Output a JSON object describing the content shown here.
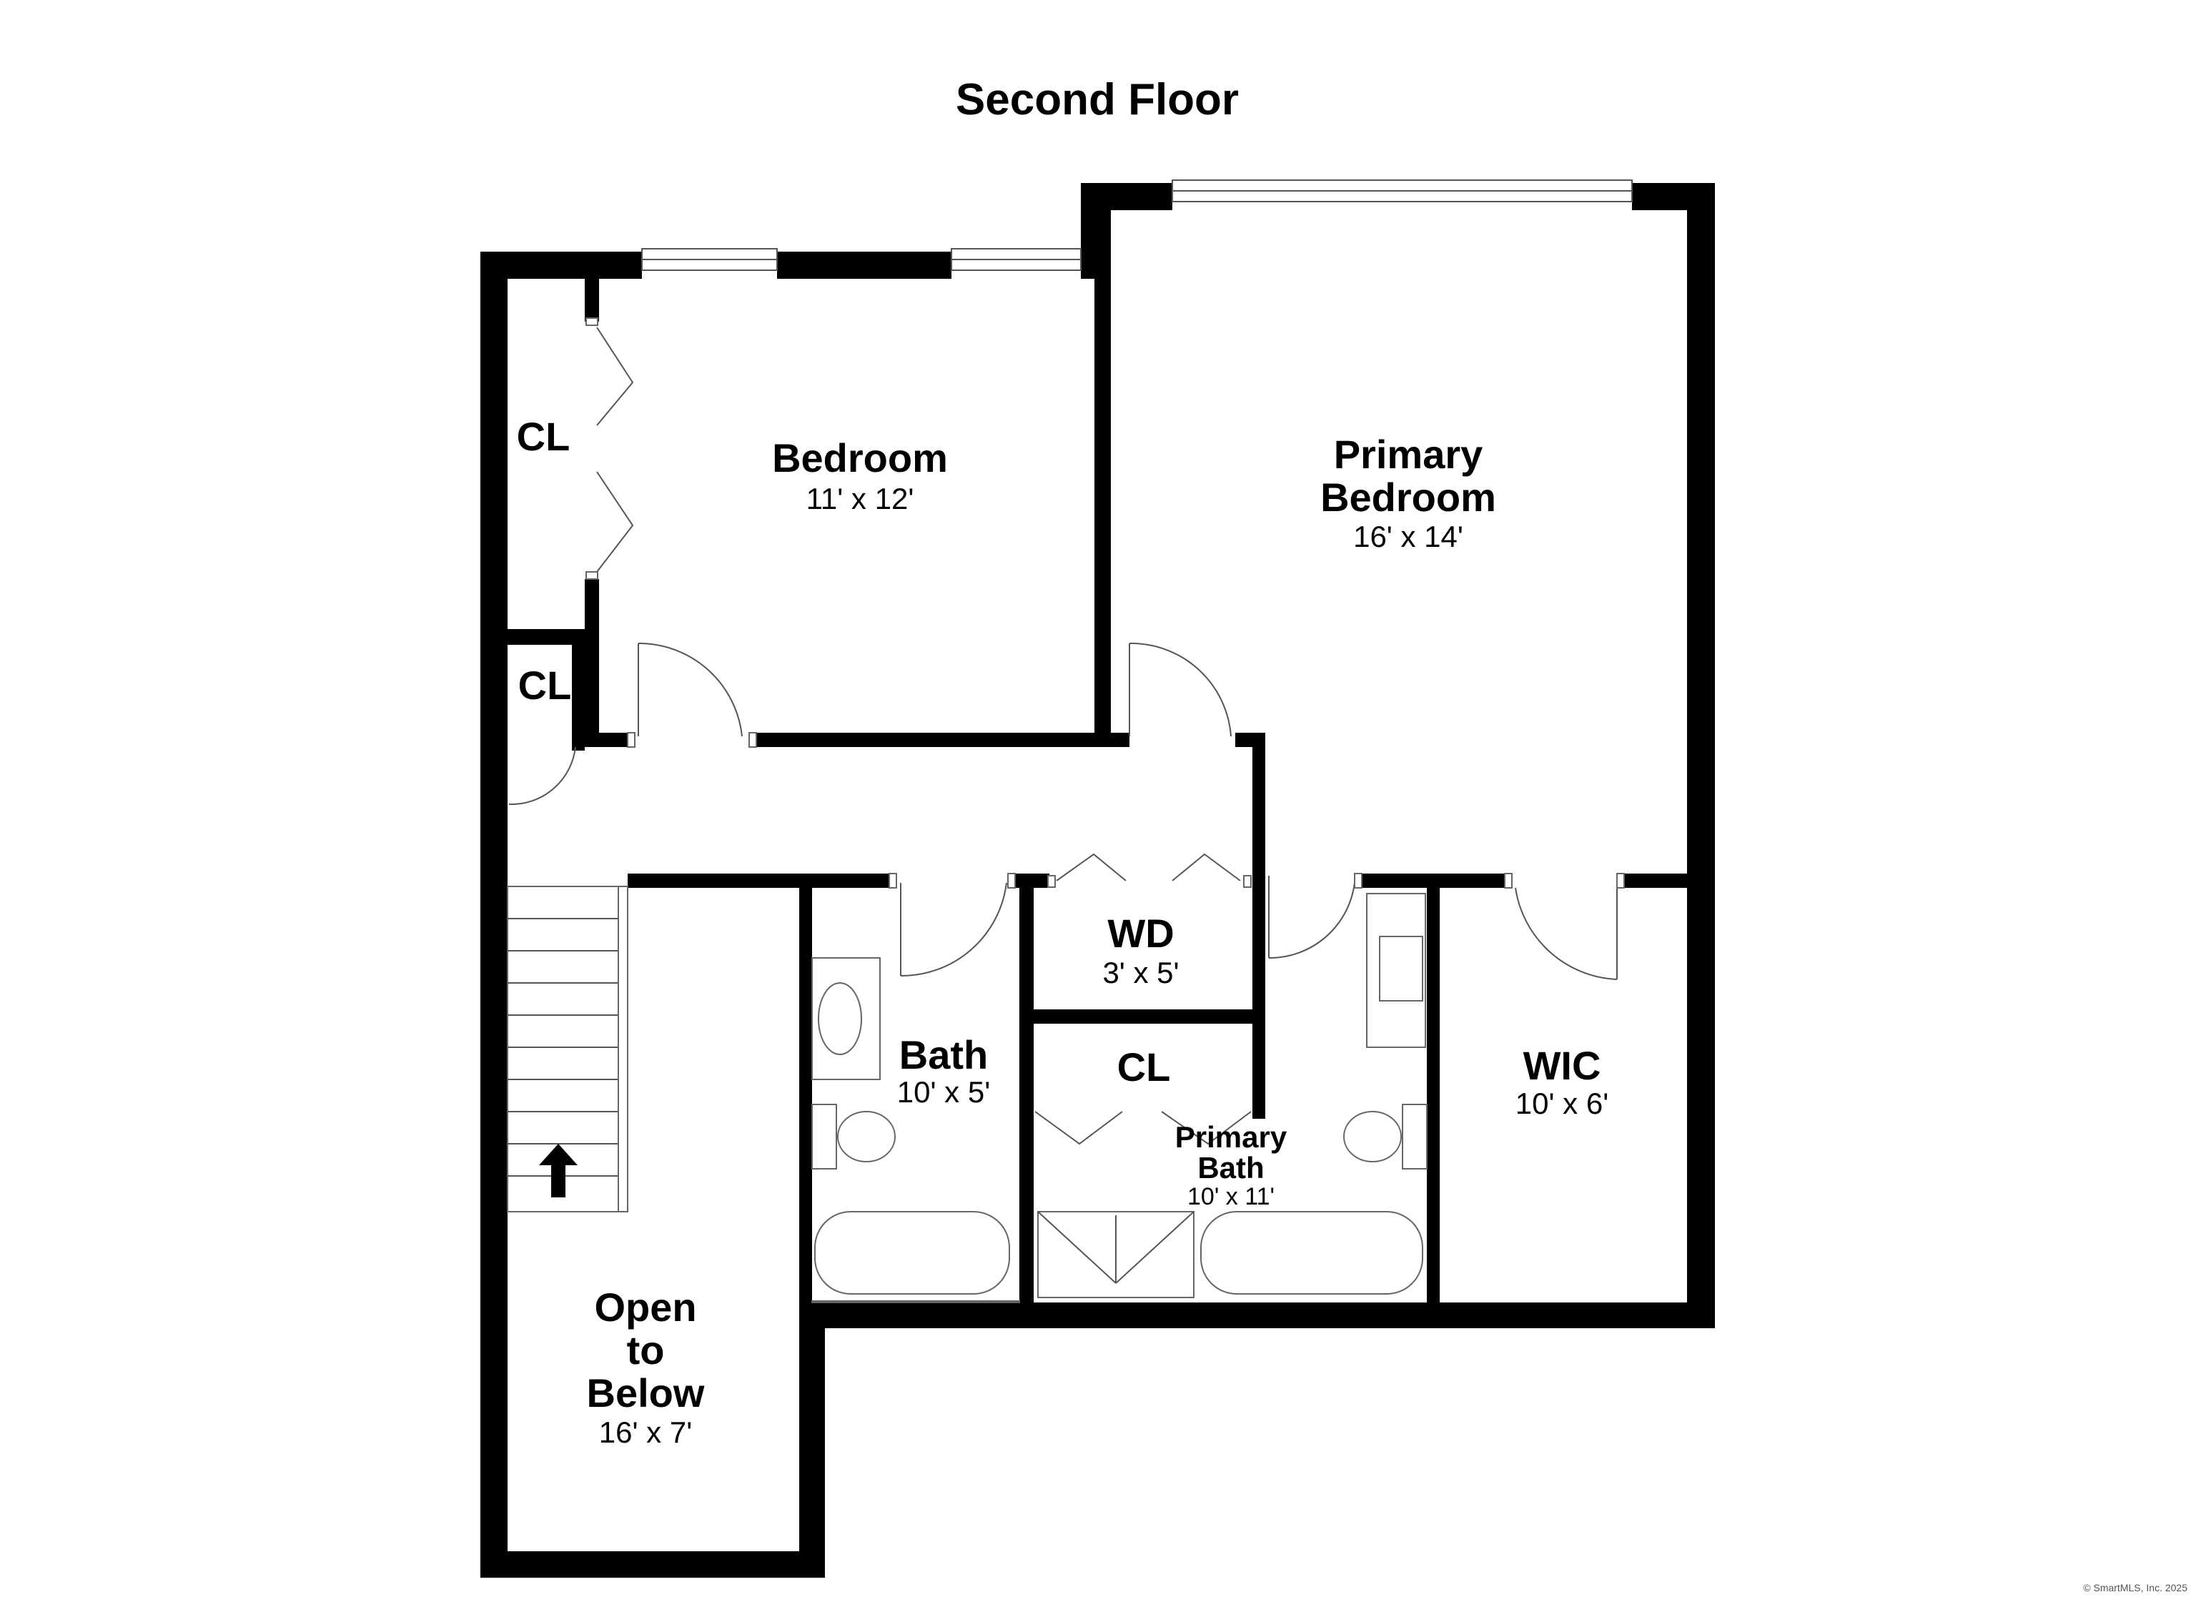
{
  "title": "Second Floor",
  "rooms": {
    "closet_top": {
      "name": "CL"
    },
    "closet_small": {
      "name": "CL"
    },
    "bedroom": {
      "name": "Bedroom",
      "dims": "11' x 12'"
    },
    "primary_bedroom": {
      "name_line1": "Primary",
      "name_line2": "Bedroom",
      "dims": "16' x 14'"
    },
    "wd": {
      "name": "WD",
      "dims": "3' x 5'"
    },
    "bath": {
      "name": "Bath",
      "dims": "10' x 5'"
    },
    "closet_mid": {
      "name": "CL"
    },
    "primary_bath": {
      "name_line1": "Primary",
      "name_line2": "Bath",
      "dims": "10' x 11'"
    },
    "wic": {
      "name": "WIC",
      "dims": "10' x 6'"
    },
    "open_to_below": {
      "name_line1": "Open",
      "name_line2": "to",
      "name_line3": "Below",
      "dims": "16' x 7'"
    }
  },
  "stairs": {
    "direction": "up",
    "icon": "arrow-up-icon"
  },
  "copyright": "© SmartMLS, Inc. 2025"
}
